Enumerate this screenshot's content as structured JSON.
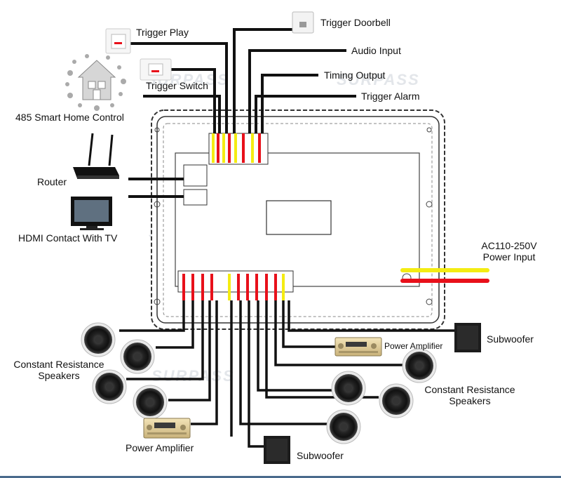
{
  "labels": {
    "trigger_doorbell": "Trigger Doorbell",
    "trigger_play": "Trigger Play",
    "audio_input": "Audio Input",
    "timing_output": "Timing Output",
    "trigger_switch": "Trigger Switch",
    "trigger_alarm": "Trigger Alarm",
    "smart_home": "485 Smart Home Control",
    "router": "Router",
    "hdmi": "HDMI Contact With TV",
    "power_input_line1": "AC110-250V",
    "power_input_line2": "Power Input",
    "speakers_left_line1": "Constant Resistance",
    "speakers_left_line2": "Speakers",
    "speakers_right_line1": "Constant Resistance",
    "speakers_right_line2": "Speakers",
    "amp_right": "Power Amplifier",
    "amp_left": "Power Amplifier",
    "sub_right": "Subwoofer",
    "sub_bottom": "Subwoofer"
  },
  "watermark": "SURPASS",
  "colors": {
    "wire": "#111111",
    "live": "#e8101a",
    "neutral": "#f4ec12",
    "panel_border": "#333333",
    "background": "#ffffff"
  }
}
